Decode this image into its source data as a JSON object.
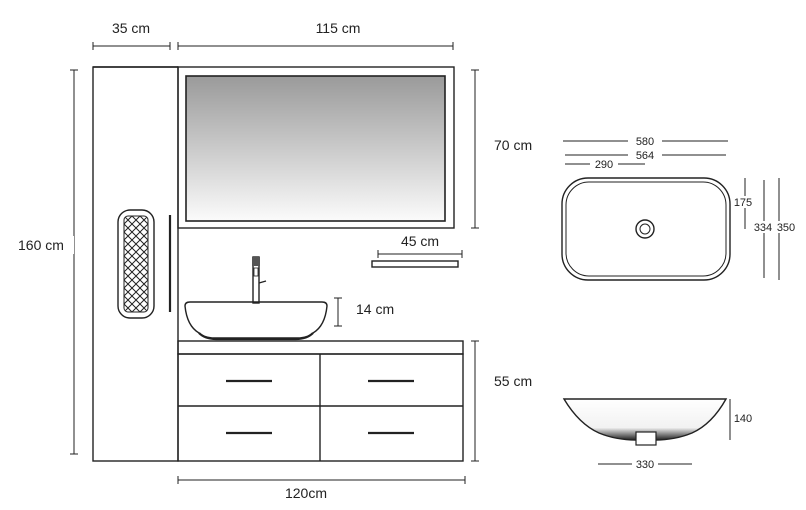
{
  "dimensions": {
    "column_width": "35 cm",
    "mirror_width": "115 cm",
    "total_height": "160 cm",
    "mirror_height": "70 cm",
    "shelf_width": "45 cm",
    "basin_height": "14 cm",
    "cabinet_height": "55 cm",
    "cabinet_width": "120cm"
  },
  "basin_top_view": {
    "outer_width": "580",
    "inner_width": "564",
    "center_offset": "290",
    "drain_offset": "175",
    "inner_depth": "334",
    "outer_depth": "350"
  },
  "basin_side_view": {
    "height": "140",
    "base_width": "330"
  },
  "colors": {
    "line": "#222222",
    "background": "#ffffff"
  }
}
